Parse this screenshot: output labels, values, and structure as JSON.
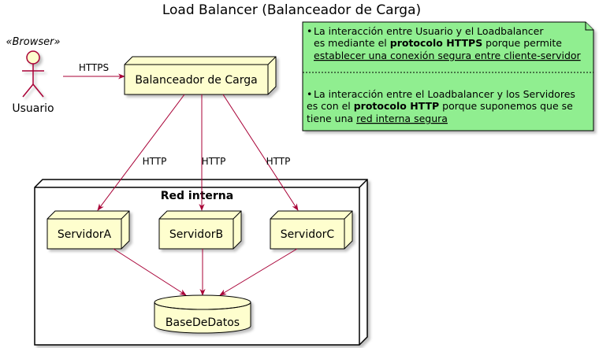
{
  "title": "Load Balancer (Balanceador de Carga)",
  "actor": {
    "stereotype": "«Browser»",
    "label": "Usuario"
  },
  "nodes": {
    "balancer": "Balanceador de Carga",
    "group": "Red interna",
    "serverA": "ServidorA",
    "serverB": "ServidorB",
    "serverC": "ServidorC",
    "database": "BaseDeDatos"
  },
  "edges": {
    "user_to_balancer": "HTTPS",
    "balancer_to_a": "HTTP",
    "balancer_to_b": "HTTP",
    "balancer_to_c": "HTTP"
  },
  "note": {
    "section1": {
      "line1": "La interacción entre Usuario y el Loadbalancer",
      "line2_pre": "es mediante el ",
      "line2_bold": "protocolo HTTPS",
      "line2_post": " porque permite",
      "line3_underlined": "establecer una conexión segura entre cliente-servidor"
    },
    "section2": {
      "line1": "La interacción entre el Loadbalancer y los Servidores",
      "line2_pre": "es con el ",
      "line2_bold": "protocolo HTTP",
      "line2_post": " porque suponemos que se",
      "line3_pre": "tiene una ",
      "line3_underlined": "red interna segura"
    }
  },
  "colors": {
    "node_fill": "#fefece",
    "note_fill": "#90ee90",
    "edge": "#a80036",
    "border": "#000000"
  }
}
